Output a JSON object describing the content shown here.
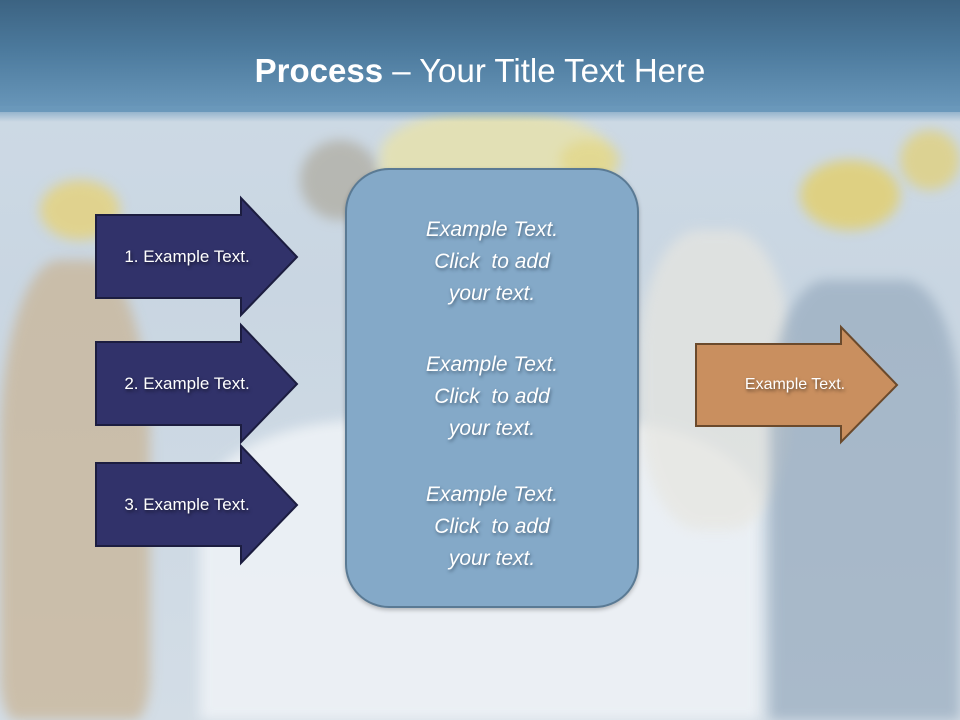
{
  "slide": {
    "title_bold": "Process",
    "title_rest": " – Your Title Text Here"
  },
  "left_arrows": [
    {
      "label": "1. Example Text."
    },
    {
      "label": "2. Example Text."
    },
    {
      "label": "3. Example Text."
    }
  ],
  "center_panel": {
    "blocks": [
      {
        "line1": "Example Text.",
        "line2": "Click  to add",
        "line3": "your text."
      },
      {
        "line1": "Example Text.",
        "line2": "Click  to add",
        "line3": "your text."
      },
      {
        "line1": "Example Text.",
        "line2": "Click  to add",
        "line3": "your text."
      }
    ]
  },
  "right_arrow": {
    "label": "Example Text."
  },
  "colors": {
    "header": "#4c7a9d",
    "left_arrow_fill": "#31326a",
    "left_arrow_border": "#1c1d40",
    "panel_fill": "#84a9c8",
    "panel_border": "#5a7a94",
    "right_arrow_fill": "#c98f5f",
    "right_arrow_border": "#6b4a2c"
  }
}
